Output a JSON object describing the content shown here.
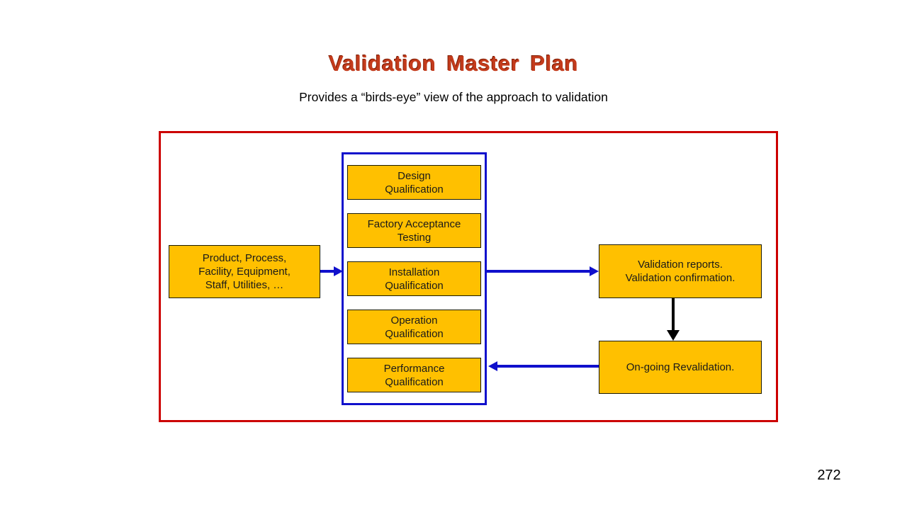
{
  "slide": {
    "title": "Validation Master Plan",
    "subtitle": "Provides a “birds-eye” view of the approach to validation",
    "page_number": "272"
  },
  "diagram": {
    "input_box": "Product, Process,\nFacility, Equipment,\nStaff, Utilities, …",
    "stages": [
      "Design\nQualification",
      "Factory Acceptance\nTesting",
      "Installation\nQualification",
      "Operation\nQualification",
      "Performance\nQualification"
    ],
    "reports_box": "Validation reports.\nValidation confirmation.",
    "revalidation_box": "On-going Revalidation.",
    "colors": {
      "box_fill": "#FFC000",
      "outer_border": "#CC0000",
      "stages_border": "#1010CC",
      "arrow_blue": "#1010CC",
      "arrow_black": "#000000",
      "title_color": "#C33B1C"
    }
  }
}
